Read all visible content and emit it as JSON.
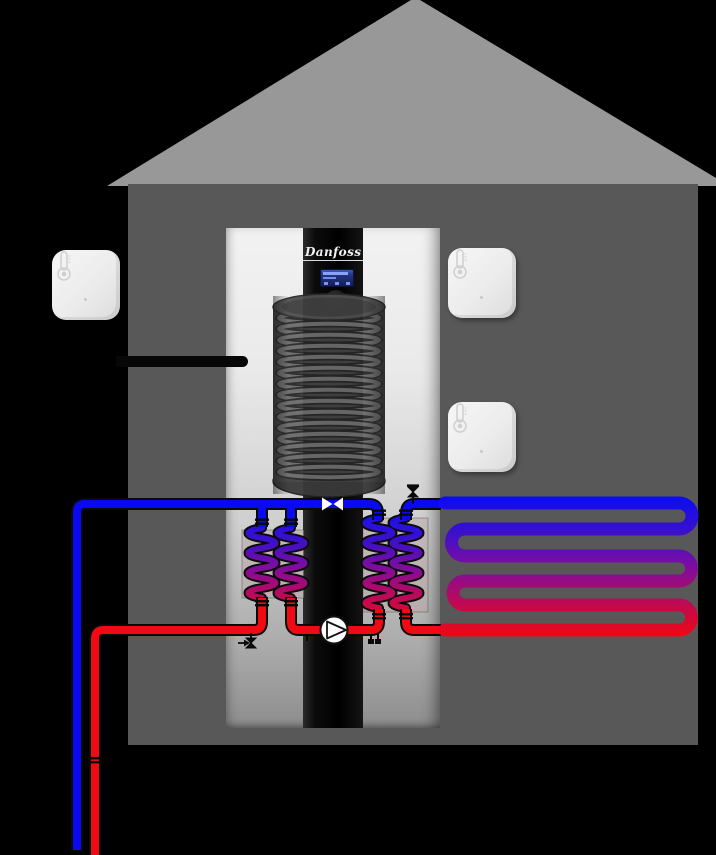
{
  "diagram": {
    "title": "heat-pump-system-diagram",
    "brand": "Danfoss",
    "colors": {
      "background": "#000000",
      "roof": "#989898",
      "wall": "#585858",
      "unit_panel": "#ededed",
      "unit_strip": "#0a0a0a",
      "cold_pipe": "#0a0af2",
      "hot_pipe": "#f00a12",
      "coil_mid": "#7d0da0",
      "exchanger_box": "rgba(186,166,166,0.5)",
      "display_bg": "#1c2f70",
      "display_text": "#8fa6ff",
      "sensor_body": "#efefef"
    },
    "components": {
      "indoor_unit": "heat-pump-indoor-unit-with-coil-tank",
      "temperature_sensors": 3,
      "heat_exchangers": 2,
      "exchanger_coils": 4,
      "circulation_pump": 1,
      "check_valve": 1,
      "vent_valve": 1,
      "drain_valve": 1,
      "floor_heating_loop_runs": 6,
      "ground_loop_pipes": 2
    }
  }
}
